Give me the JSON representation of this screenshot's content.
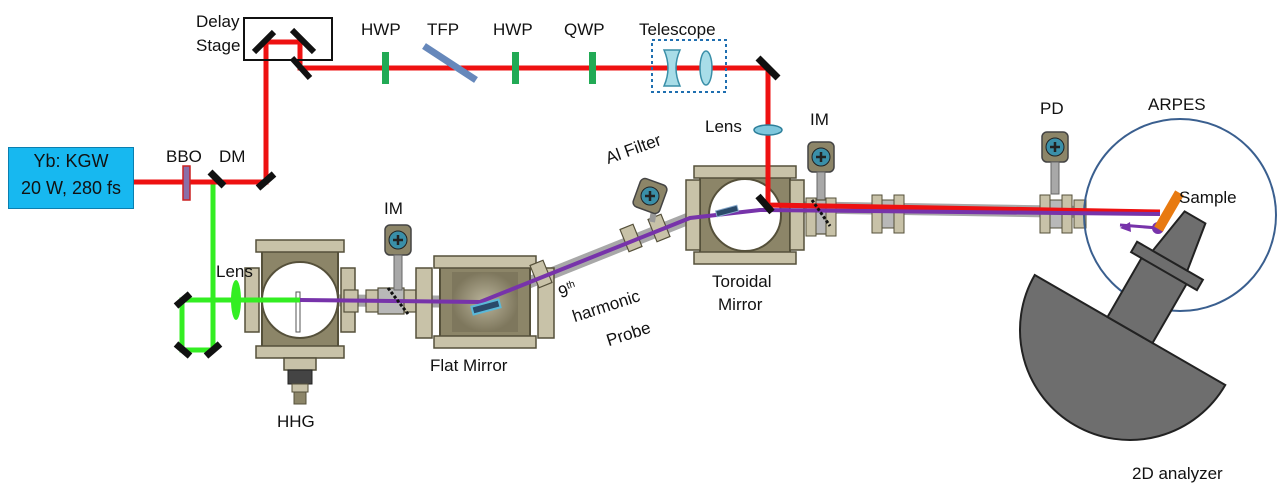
{
  "laser": {
    "line1": "Yb: KGW",
    "line2": "20 W, 280 fs"
  },
  "labels": {
    "delay_stage_1": "Delay",
    "delay_stage_2": "Stage",
    "hwp1": "HWP",
    "tfp": "TFP",
    "hwp2": "HWP",
    "qwp": "QWP",
    "telescope": "Telescope",
    "bbo": "BBO",
    "dm": "DM",
    "lens_green": "Lens",
    "im_left": "IM",
    "hhg": "HHG",
    "flat_mirror": "Flat Mirror",
    "harmonic_sup": "th",
    "harmonic_num": "9",
    "harmonic_word": "harmonic",
    "probe": "Probe",
    "al_filter": "Al Filter",
    "lens_red": "Lens",
    "im_right": "IM",
    "toroidal_1": "Toroidal",
    "toroidal_2": "Mirror",
    "pd": "PD",
    "arpes": "ARPES",
    "sample": "Sample",
    "analyzer": "2D analyzer"
  },
  "colors": {
    "ir_beam": "#ee1111",
    "green_beam": "#33ee22",
    "xuv_beam": "#7733aa",
    "vacuum": "#8c8568",
    "flange": "#c8c2a8",
    "laser_box": "#17b8f0",
    "waveplate": "#22aa55",
    "tfp": "#6688bb",
    "sample": "#e87a10",
    "analyzer": "#6e6e6e"
  }
}
